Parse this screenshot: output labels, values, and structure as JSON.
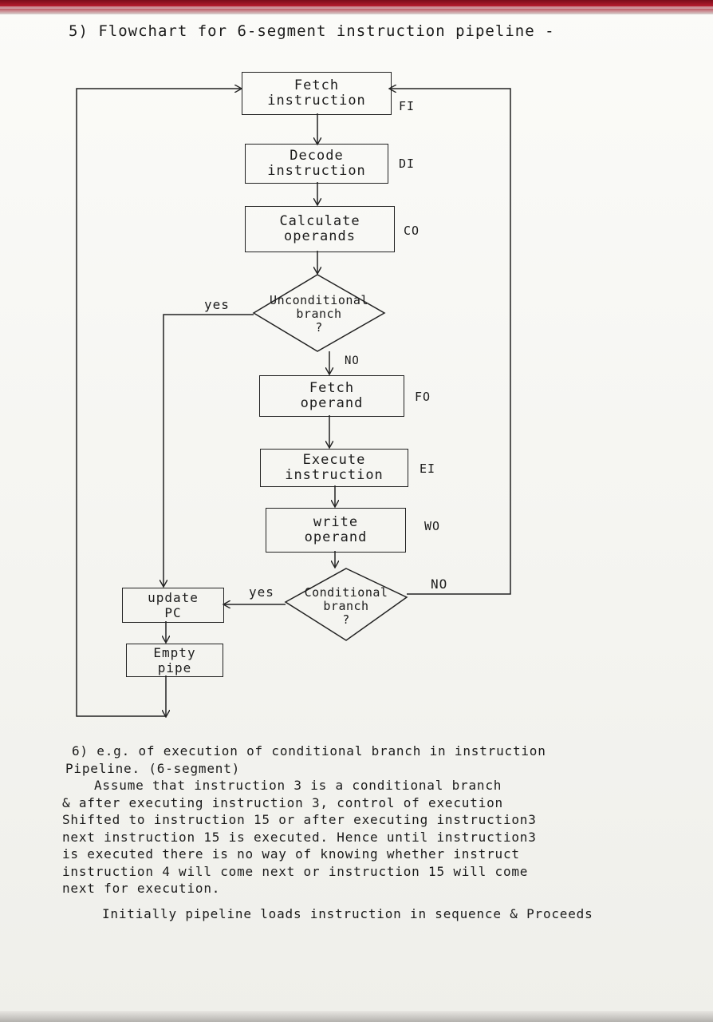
{
  "heading": "5) Flowchart for 6-segment instruction pipeline -",
  "boxes": {
    "fetch_instruction": [
      "Fetch",
      "instruction"
    ],
    "decode_instruction": [
      "Decode",
      "instruction"
    ],
    "calculate_operands": [
      "Calculate",
      "operands"
    ],
    "fetch_operand": [
      "Fetch",
      "operand"
    ],
    "execute_instruction": [
      "Execute",
      "instruction"
    ],
    "write_operand": [
      "write",
      "operand"
    ],
    "update_pc": [
      "update",
      "PC"
    ],
    "empty_pipe": [
      "Empty",
      "pipe"
    ]
  },
  "decisions": {
    "unconditional_branch": [
      "Unconditional",
      "branch",
      "?"
    ],
    "conditional_branch": [
      "Conditional",
      "branch",
      "?"
    ]
  },
  "segments": {
    "fi": "FI",
    "di": "DI",
    "co": "CO",
    "fo": "FO",
    "ei": "EI",
    "wo": "WO"
  },
  "edge_labels": {
    "unconditional_yes": "yes",
    "unconditional_no": "NO",
    "conditional_yes": "yes",
    "conditional_no": "NO"
  },
  "paragraph": [
    "6) e.g. of execution of conditional branch in instruction",
    "Pipeline. (6-segment)",
    "Assume that instruction 3 is a conditional branch",
    "& after executing instruction 3, control of execution",
    "Shifted to instruction 15 or after executing instruction3",
    "next instruction 15 is executed. Hence until instruction3",
    "is executed there is no way of knowing whether instruct",
    "instruction 4 will come next or instruction 15 will come",
    "next for execution.",
    "Initially pipeline loads instruction in sequence & Proceeds"
  ]
}
